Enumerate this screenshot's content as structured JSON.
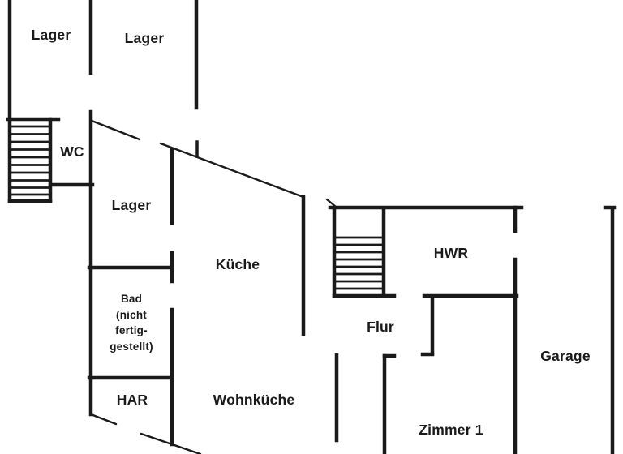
{
  "colors": {
    "wall": "#1a1a1a",
    "background": "#ffffff",
    "text": "#1a1a1a"
  },
  "rooms": [
    {
      "id": "lager-1",
      "label": "Lager"
    },
    {
      "id": "lager-2",
      "label": "Lager"
    },
    {
      "id": "wc",
      "label": "WC"
    },
    {
      "id": "lager-3",
      "label": "Lager"
    },
    {
      "id": "kueche",
      "label": "Küche"
    },
    {
      "id": "bad",
      "label": "Bad\n(nicht\nfertig-\ngestellt)"
    },
    {
      "id": "har",
      "label": "HAR"
    },
    {
      "id": "wohnkueche",
      "label": "Wohnküche"
    },
    {
      "id": "flur",
      "label": "Flur"
    },
    {
      "id": "hwr",
      "label": "HWR"
    },
    {
      "id": "garage",
      "label": "Garage"
    },
    {
      "id": "zimmer-1",
      "label": "Zimmer 1"
    }
  ],
  "icons": [
    {
      "name": "stairs-icon",
      "location": "upper-left-by-wc"
    },
    {
      "name": "stairs-icon",
      "location": "flur"
    }
  ]
}
